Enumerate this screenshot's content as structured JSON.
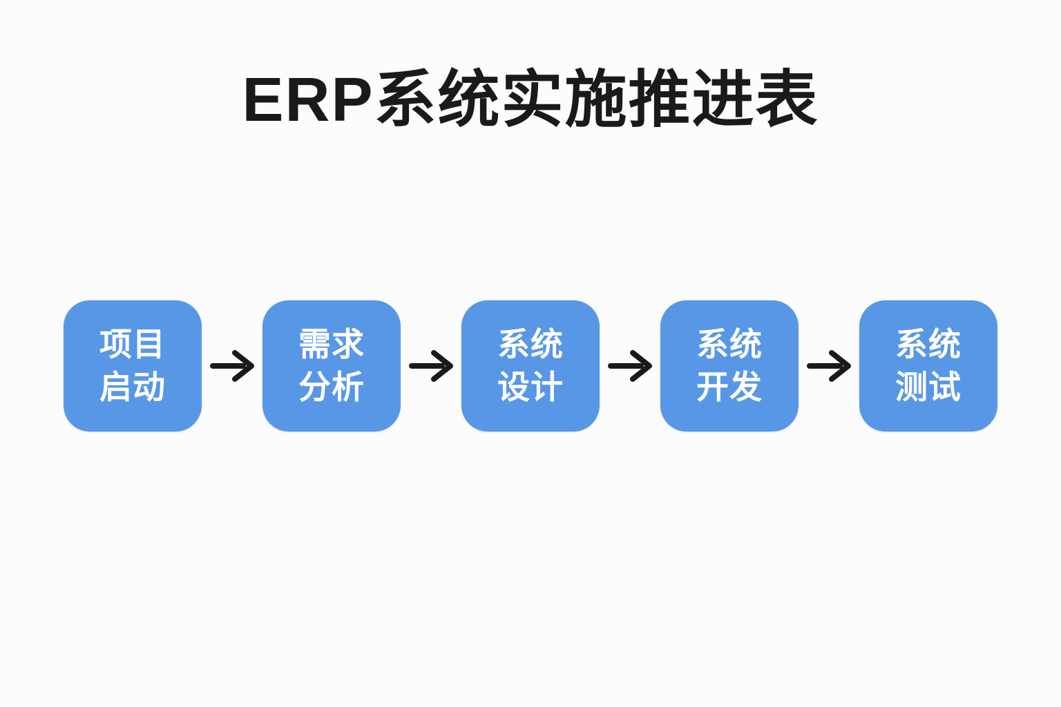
{
  "title": {
    "text": "ERP系统实施推进表",
    "color": "#1A1A1A"
  },
  "flow": {
    "box_color": "#5897E6",
    "box_text_color": "#FFFFFF",
    "arrow_color": "#1A1A1A",
    "arrow_glyph": "→",
    "steps": [
      {
        "line1": "项目",
        "line2": "启动"
      },
      {
        "line1": "需求",
        "line2": "分析"
      },
      {
        "line1": "系统",
        "line2": "设计"
      },
      {
        "line1": "系统",
        "line2": "开发"
      },
      {
        "line1": "系统",
        "line2": "测试"
      }
    ]
  },
  "page": {
    "background_color": "#FCFCFC"
  }
}
